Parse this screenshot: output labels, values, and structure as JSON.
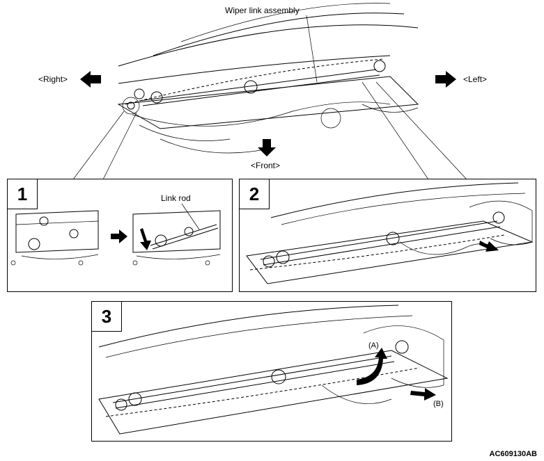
{
  "overview": {
    "callout": "Wiper link assembly",
    "right_label": "<Right>",
    "left_label": "<Left>",
    "front_label": "<Front>"
  },
  "panels": [
    {
      "step": "1",
      "callout": "Link rod"
    },
    {
      "step": "2"
    },
    {
      "step": "3",
      "label_a": "(A)",
      "label_b": "(B)"
    }
  ],
  "figure_code": "AC609130AB"
}
